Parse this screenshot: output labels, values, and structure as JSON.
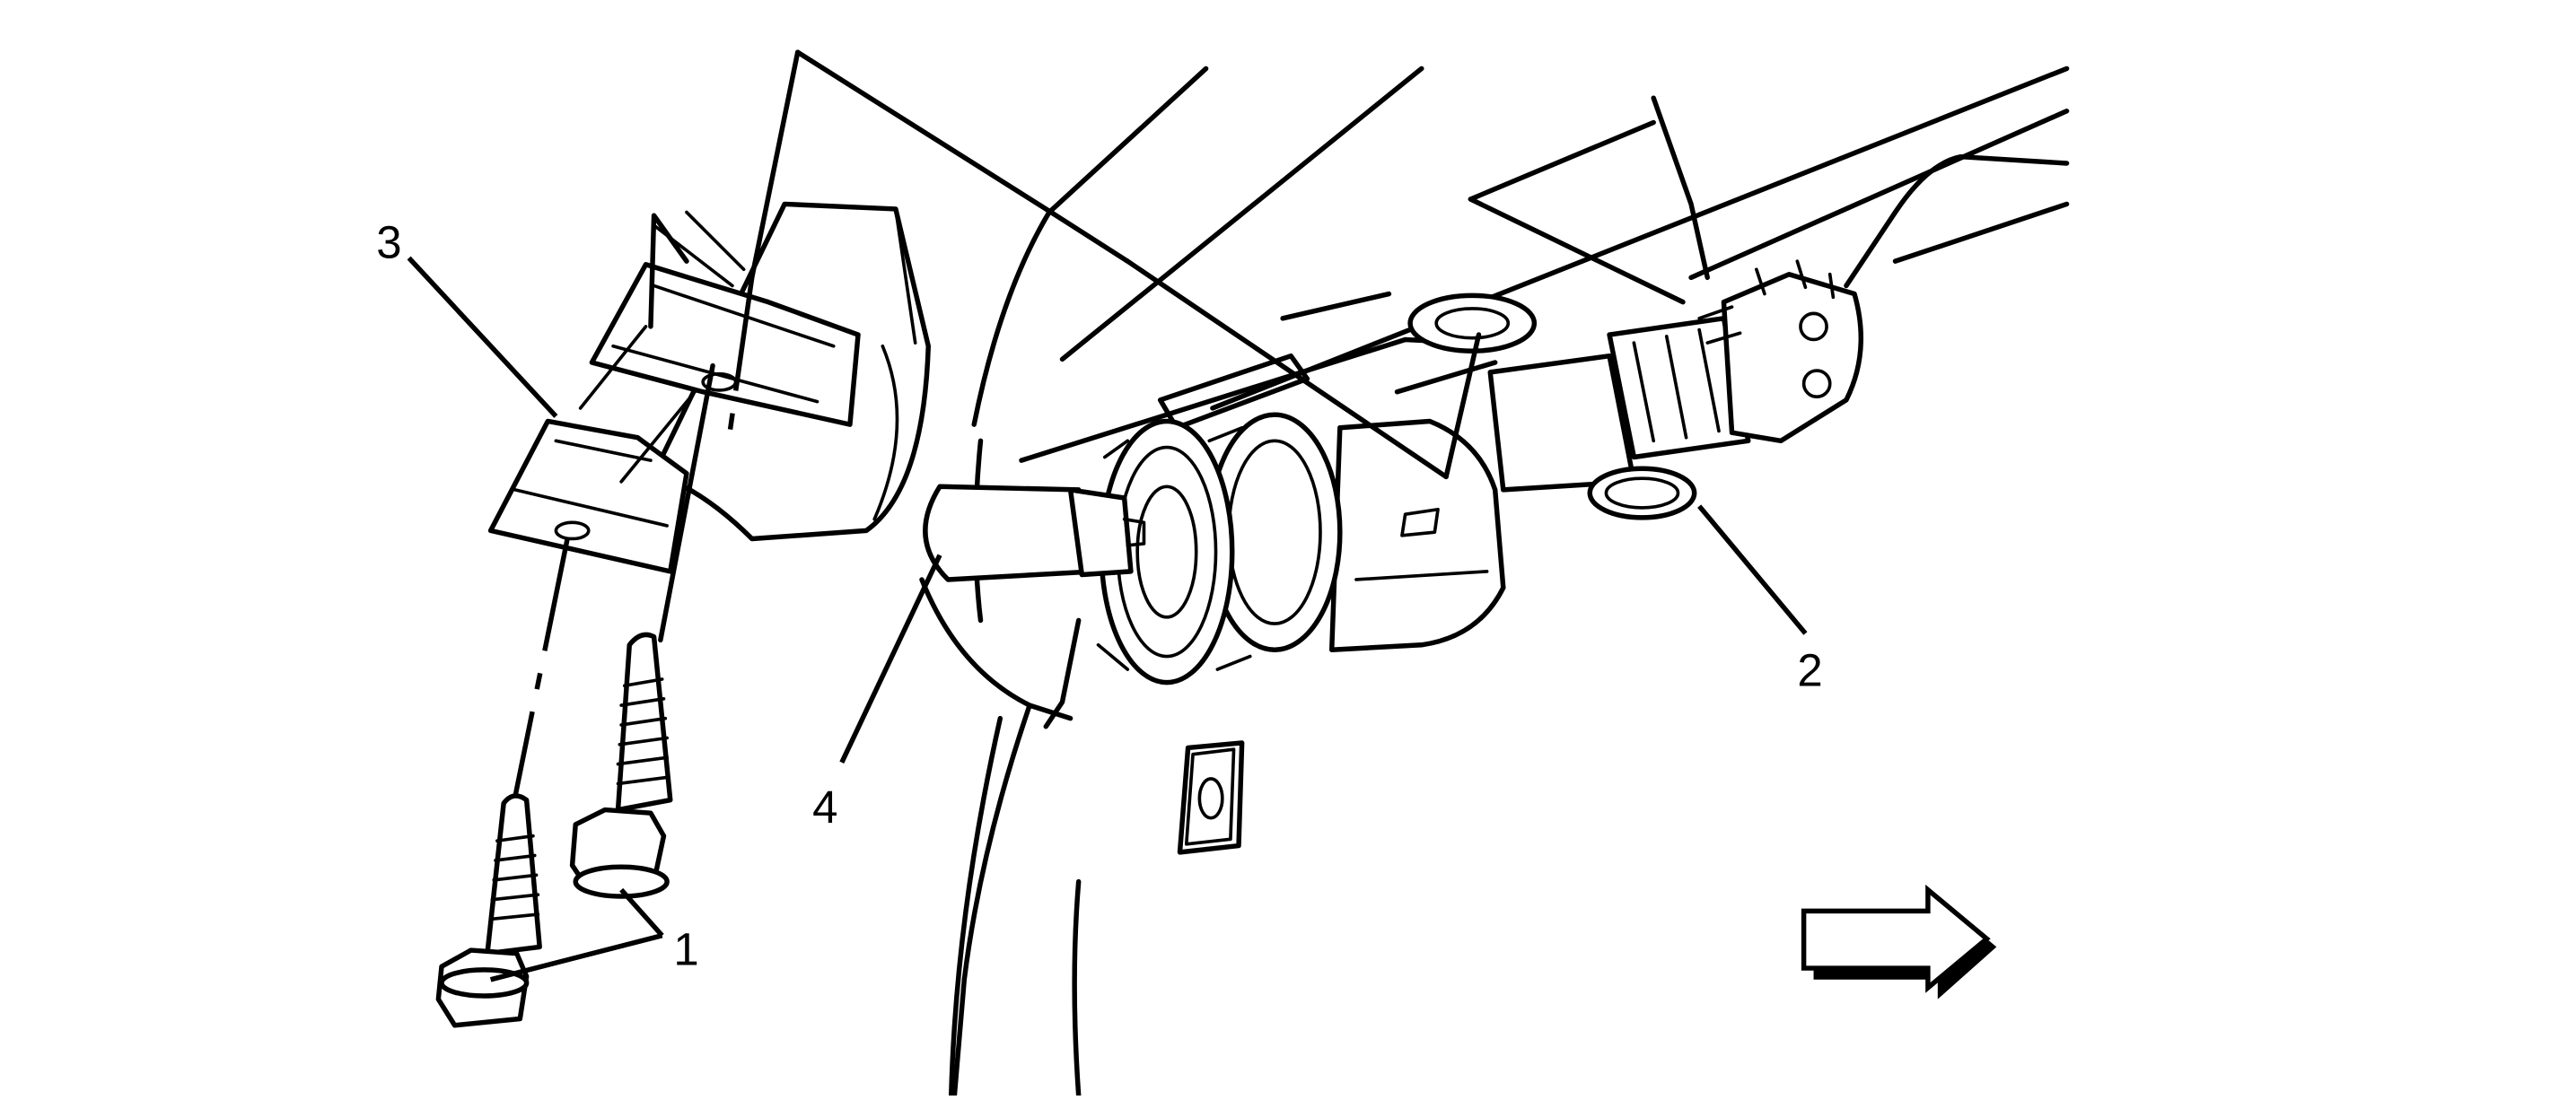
{
  "callouts": {
    "fasteners": "1",
    "electrical_connector": "2",
    "clip_bracket": "3",
    "bulb": "4"
  },
  "icons": {
    "direction_arrow": "arrow-right-icon"
  },
  "colors": {
    "line": "#000000",
    "background": "#ffffff"
  }
}
